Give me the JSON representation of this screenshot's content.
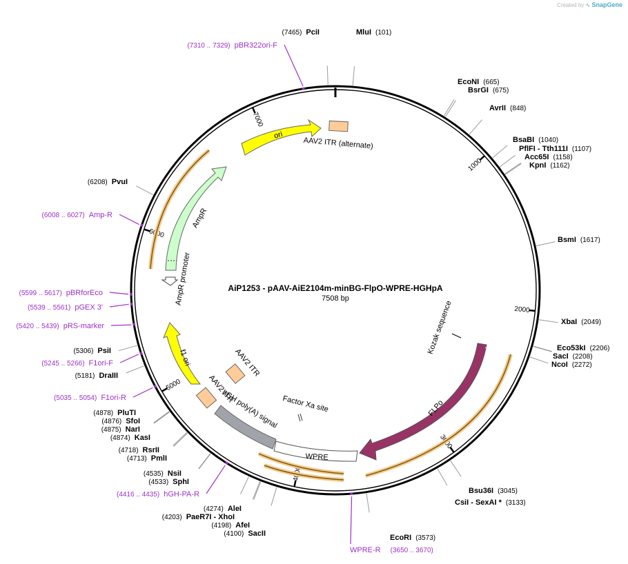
{
  "header": {
    "created_by": "Created by",
    "brand": "SnapGene"
  },
  "plasmid": {
    "name": "AiP1253 - pAAV-AiE2104m-minBG-FlpO-WPRE-HGHpA",
    "size": "7508 bp",
    "length": 7508
  },
  "colors": {
    "primer": "#9b30c8",
    "ori": "#ffff00",
    "ampr": "#ccffcc",
    "itr": "#ffcc99",
    "flpo": "#993366",
    "polyA": "#a0a4aa",
    "primer_bind": "#f7c987",
    "backbone": "#000000"
  },
  "ticks": [
    {
      "pos": 1000,
      "label": "1000"
    },
    {
      "pos": 2000,
      "label": "2000"
    },
    {
      "pos": 3000,
      "label": "3000"
    },
    {
      "pos": 4000,
      "label": "4000"
    },
    {
      "pos": 5000,
      "label": "5000"
    },
    {
      "pos": 6000,
      "label": "6000"
    },
    {
      "pos": 7000,
      "label": "7000"
    }
  ],
  "enzymes": [
    {
      "name": "PciI",
      "pos": 7465,
      "text": "(7465)"
    },
    {
      "name": "MluI",
      "pos": 101,
      "text": "(101)"
    },
    {
      "name": "EcoNI",
      "pos": 665,
      "text": "(665)"
    },
    {
      "name": "BsrGI",
      "pos": 675,
      "text": "(675)"
    },
    {
      "name": "AvrII",
      "pos": 848,
      "text": "(848)"
    },
    {
      "name": "BsaBI",
      "pos": 1040,
      "text": "(1040)"
    },
    {
      "name": "PflFI - Tth111I",
      "pos": 1107,
      "text": "(1107)"
    },
    {
      "name": "Acc65I",
      "pos": 1158,
      "text": "(1158)"
    },
    {
      "name": "KpnI",
      "pos": 1162,
      "text": "(1162)"
    },
    {
      "name": "BsmI",
      "pos": 1617,
      "text": "(1617)"
    },
    {
      "name": "XbaI",
      "pos": 2049,
      "text": "(2049)"
    },
    {
      "name": "Eco53kI",
      "pos": 2206,
      "text": "(2206)"
    },
    {
      "name": "SacI",
      "pos": 2208,
      "text": "(2208)"
    },
    {
      "name": "NcoI",
      "pos": 2272,
      "text": "(2272)"
    },
    {
      "name": "Bsu36I",
      "pos": 3045,
      "text": "(3045)"
    },
    {
      "name": "CsiI - SexAI *",
      "pos": 3133,
      "text": "(3133)"
    },
    {
      "name": "EcoRI",
      "pos": 3573,
      "text": "(3573)"
    },
    {
      "name": "SacII",
      "pos": 4100,
      "text": "(4100)"
    },
    {
      "name": "AfeI",
      "pos": 4198,
      "text": "(4198)"
    },
    {
      "name": "PaeR7I - XhoI",
      "pos": 4203,
      "text": "(4203)"
    },
    {
      "name": "AleI",
      "pos": 4274,
      "text": "(4274)"
    },
    {
      "name": "SphI",
      "pos": 4533,
      "text": "(4533)"
    },
    {
      "name": "NsiI",
      "pos": 4535,
      "text": "(4535)"
    },
    {
      "name": "PmlI",
      "pos": 4713,
      "text": "(4713)"
    },
    {
      "name": "RsrII",
      "pos": 4718,
      "text": "(4718)"
    },
    {
      "name": "KasI",
      "pos": 4874,
      "text": "(4874)"
    },
    {
      "name": "NarI",
      "pos": 4875,
      "text": "(4875)"
    },
    {
      "name": "SfoI",
      "pos": 4876,
      "text": "(4876)"
    },
    {
      "name": "PluTI",
      "pos": 4878,
      "text": "(4878)"
    },
    {
      "name": "DraIII",
      "pos": 5181,
      "text": "(5181)"
    },
    {
      "name": "PsiI",
      "pos": 5306,
      "text": "(5306)"
    },
    {
      "name": "PvuI",
      "pos": 6208,
      "text": "(6208)"
    }
  ],
  "primers": [
    {
      "name": "pBR322ori-F",
      "range": "(7310 .. 7329)"
    },
    {
      "name": "Amp-R",
      "range": "(6008 .. 6027)"
    },
    {
      "name": "pBRforEco",
      "range": "(5599 .. 5617)"
    },
    {
      "name": "pGEX 3'",
      "range": "(5539 .. 5561)"
    },
    {
      "name": "pRS-marker",
      "range": "(5420 .. 5439)"
    },
    {
      "name": "F1ori-F",
      "range": "(5245 .. 5266)"
    },
    {
      "name": "F1ori-R",
      "range": "(5035 .. 5054)"
    },
    {
      "name": "hGH-PA-R",
      "range": "(4416 .. 4435)"
    },
    {
      "name": "WPRE-R",
      "range": "(3650 .. 3670)"
    }
  ],
  "features": [
    {
      "name": "ori",
      "type": "arrow",
      "color": "ori"
    },
    {
      "name": "AAV2 ITR (alternate)",
      "type": "box",
      "color": "itr"
    },
    {
      "name": "AmpR",
      "type": "arrow",
      "color": "ampr"
    },
    {
      "name": "AmpR promoter",
      "type": "arrow",
      "color": "white"
    },
    {
      "name": "f1 ori",
      "type": "arrow",
      "color": "ori"
    },
    {
      "name": "AAV2 ITR",
      "type": "box",
      "color": "itr"
    },
    {
      "name": "AAV2 ITR",
      "type": "box",
      "color": "itr"
    },
    {
      "name": "hGH poly(A) signal",
      "type": "box",
      "color": "polyA"
    },
    {
      "name": "Factor Xa site",
      "type": "mark",
      "color": "none"
    },
    {
      "name": "WPRE",
      "type": "box",
      "color": "white"
    },
    {
      "name": "FLPo",
      "type": "arrow",
      "color": "flpo"
    },
    {
      "name": "Kozak sequence",
      "type": "mark",
      "color": "none"
    }
  ]
}
